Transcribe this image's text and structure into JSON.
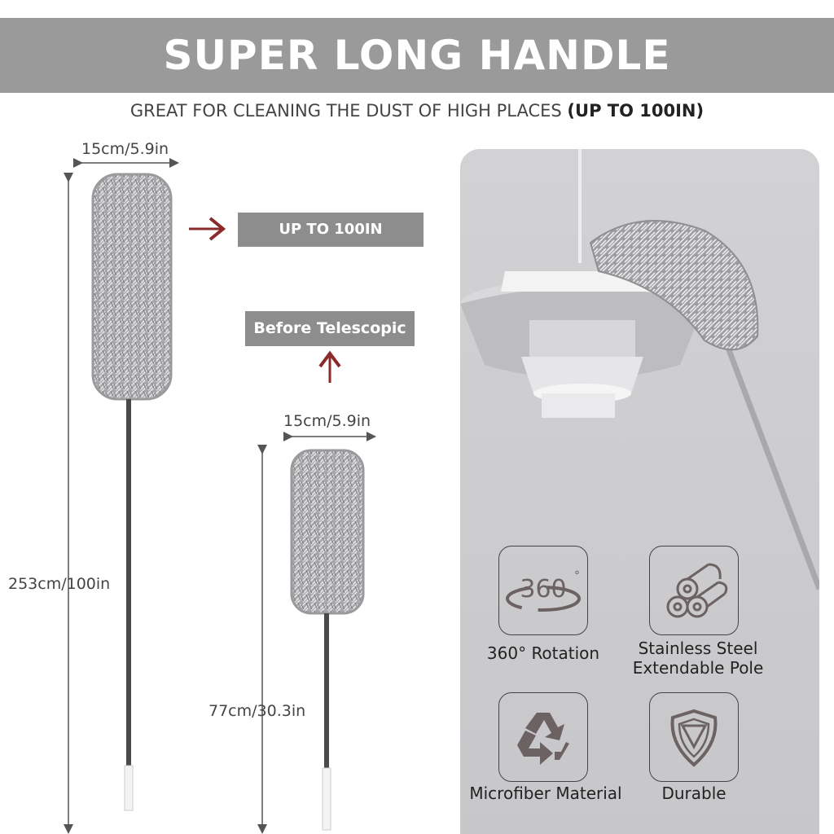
{
  "header": {
    "title": "SUPER LONG HANDLE"
  },
  "subtitle": {
    "text": "GREAT FOR CLEANING THE DUST OF HIGH PLACES ",
    "bold": "(UP TO 100IN)"
  },
  "long_duster": {
    "width_label": "15cm/5.9in",
    "height_label": "253cm/100in"
  },
  "short_duster": {
    "width_label": "15cm/5.9in",
    "height_label": "77cm/30.3in"
  },
  "tags": {
    "extended": "UP TO 100IN",
    "before": "Before Telescopic"
  },
  "features": [
    {
      "label_line1": "360° Rotation",
      "label_line2": "",
      "icon": "rotation-360-icon",
      "icon_text": "360"
    },
    {
      "label_line1": "Stainless Steel",
      "label_line2": "Extendable Pole",
      "icon": "steel-rolls-icon"
    },
    {
      "label_line1": "Microfiber Material",
      "label_line2": "",
      "icon": "recycle-icon"
    },
    {
      "label_line1": "Durable",
      "label_line2": "",
      "icon": "shield-icon"
    }
  ],
  "colors": {
    "banner": "#9a9a9a",
    "tag": "#8d8d8d",
    "arrow": "#8b2a2a",
    "panel": "#cfcfd1"
  }
}
